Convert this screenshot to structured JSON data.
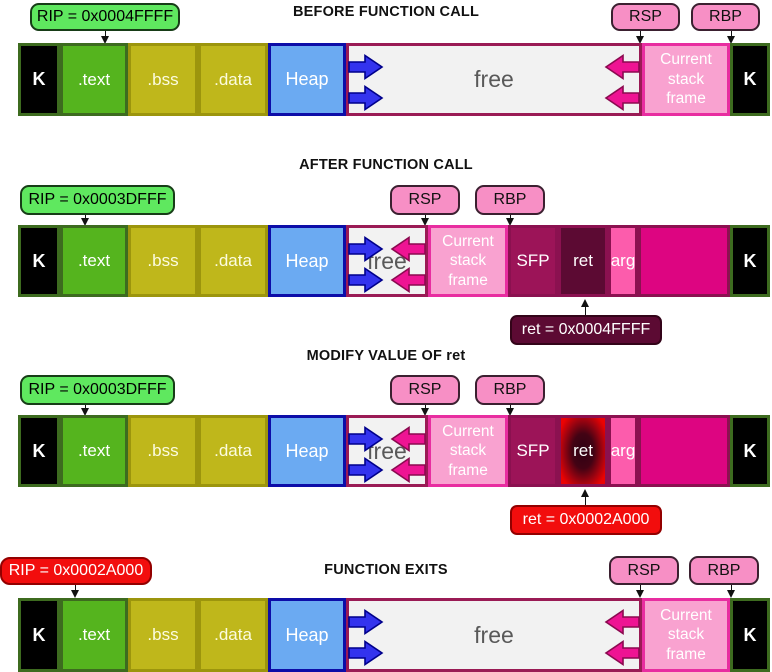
{
  "palette": {
    "rip_green": "#5FE85F",
    "rip_red": "#F20D0D",
    "register_box_pink": "#F78FC5",
    "ret_box_maroon": "#5C0A33",
    "ret_box_red": "#F20D0D",
    "kernel_black": "#000000",
    "text_green": "#55B41E",
    "bss_data_olive": "#BFB71B",
    "heap_blue": "#6BAAF2",
    "free_gray": "#F2F2F2",
    "stack_pink": "#F9A2D0",
    "sfp_magenta": "#9C1458",
    "ret_dark_maroon": "#5C0A33",
    "arg_pink": "#FC5CAC",
    "used_magenta": "#DD0581",
    "arrow_blue": "#3333EE",
    "arrow_blue_stroke": "#00008B",
    "arrow_pink": "#EE1493",
    "arrow_pink_stroke": "#8B0A50"
  },
  "rows": [
    {
      "title": "BEFORE FUNCTION CALL",
      "rip": {
        "label": "RIP = 0x0004FFFF",
        "variant": "green"
      },
      "registers": {
        "rsp": "RSP",
        "rbp": "RBP"
      },
      "segments": [
        {
          "label": "K",
          "type": "kernel",
          "width": 42
        },
        {
          "label": ".text",
          "type": "text",
          "width": 68
        },
        {
          "label": ".bss",
          "type": "bss",
          "width": 70
        },
        {
          "label": ".data",
          "type": "data",
          "width": 70
        },
        {
          "label": "Heap",
          "type": "heap",
          "width": 78
        },
        {
          "label": "free",
          "type": "free",
          "width": 0
        },
        {
          "label": "Current stack frame",
          "type": "stack",
          "width": 88
        },
        {
          "label": "K",
          "type": "kernel",
          "width": 40
        }
      ]
    },
    {
      "title": "AFTER FUNCTION CALL",
      "rip": {
        "label": "RIP = 0x0003DFFF",
        "variant": "green"
      },
      "registers": {
        "rsp": "RSP",
        "rbp": "RBP"
      },
      "ret_callout": {
        "label": "ret = 0x0004FFFF",
        "variant": "maroon"
      },
      "segments": [
        {
          "label": "K",
          "type": "kernel",
          "width": 42
        },
        {
          "label": ".text",
          "type": "text",
          "width": 68
        },
        {
          "label": ".bss",
          "type": "bss",
          "width": 70
        },
        {
          "label": ".data",
          "type": "data",
          "width": 70
        },
        {
          "label": "Heap",
          "type": "heap",
          "width": 78
        },
        {
          "label": "free",
          "type": "free",
          "width": 0
        },
        {
          "label": "Current stack frame",
          "type": "stack",
          "width": 80
        },
        {
          "label": "SFP",
          "type": "sfp",
          "width": 50
        },
        {
          "label": "ret",
          "type": "ret",
          "width": 50
        },
        {
          "label": "arg",
          "type": "arg",
          "width": 30
        },
        {
          "label": "",
          "type": "used",
          "width": 92
        },
        {
          "label": "K",
          "type": "kernel",
          "width": 40
        }
      ]
    },
    {
      "title": "MODIFY VALUE OF ret",
      "rip": {
        "label": "RIP = 0x0003DFFF",
        "variant": "green"
      },
      "registers": {
        "rsp": "RSP",
        "rbp": "RBP"
      },
      "ret_callout": {
        "label": "ret = 0x0002A000",
        "variant": "red"
      },
      "segments": [
        {
          "label": "K",
          "type": "kernel",
          "width": 42
        },
        {
          "label": ".text",
          "type": "text",
          "width": 68
        },
        {
          "label": ".bss",
          "type": "bss",
          "width": 70
        },
        {
          "label": ".data",
          "type": "data",
          "width": 70
        },
        {
          "label": "Heap",
          "type": "heap",
          "width": 78
        },
        {
          "label": "free",
          "type": "free",
          "width": 0
        },
        {
          "label": "Current stack frame",
          "type": "stack",
          "width": 80
        },
        {
          "label": "SFP",
          "type": "sfp",
          "width": 50
        },
        {
          "label": "ret",
          "type": "ret-hot",
          "width": 50
        },
        {
          "label": "arg",
          "type": "arg",
          "width": 30
        },
        {
          "label": "",
          "type": "used",
          "width": 92
        },
        {
          "label": "K",
          "type": "kernel",
          "width": 40
        }
      ]
    },
    {
      "title": "FUNCTION EXITS",
      "rip": {
        "label": "RIP = 0x0002A000",
        "variant": "red"
      },
      "registers": {
        "rsp": "RSP",
        "rbp": "RBP"
      },
      "segments": [
        {
          "label": "K",
          "type": "kernel",
          "width": 42
        },
        {
          "label": ".text",
          "type": "text",
          "width": 68
        },
        {
          "label": ".bss",
          "type": "bss",
          "width": 70
        },
        {
          "label": ".data",
          "type": "data",
          "width": 70
        },
        {
          "label": "Heap",
          "type": "heap",
          "width": 78
        },
        {
          "label": "free",
          "type": "free",
          "width": 0
        },
        {
          "label": "Current stack frame",
          "type": "stack",
          "width": 88
        },
        {
          "label": "K",
          "type": "kernel",
          "width": 40
        }
      ]
    }
  ]
}
